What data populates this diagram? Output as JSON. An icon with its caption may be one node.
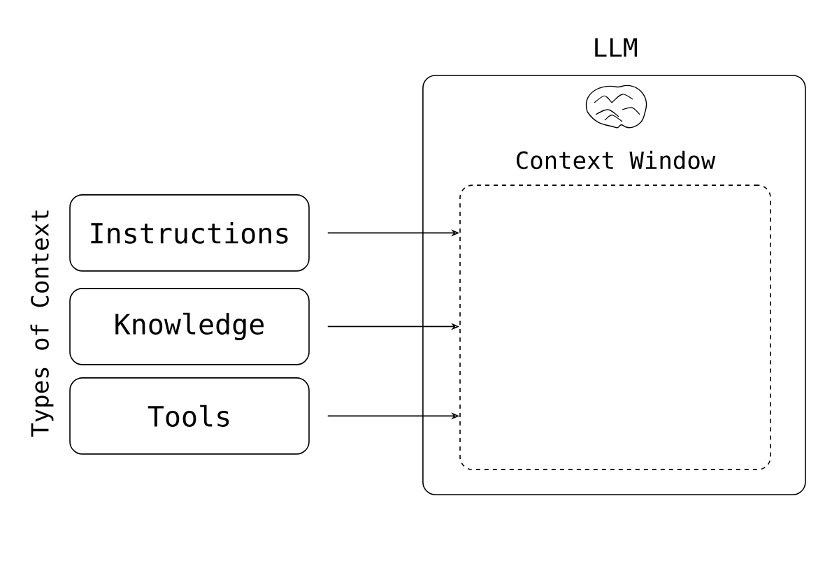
{
  "diagram": {
    "nodes": [
      {
        "text": [
          "LLM"
        ]
      },
      {
        "text": [
          "Context Window"
        ],
        "in": 0
      },
      {
        "text": [
          "Instructions"
        ]
      },
      {
        "text": [
          "Knowledge"
        ]
      },
      {
        "text": [
          "Tools"
        ]
      }
    ],
    "edges": [
      {
        "from": 2,
        "to": 1,
        "arrow": "to"
      },
      {
        "from": 3,
        "to": 1,
        "arrow": "to"
      },
      {
        "from": 4,
        "to": 1,
        "arrow": "to"
      }
    ],
    "labels": [
      "Types of Context"
    ]
  }
}
